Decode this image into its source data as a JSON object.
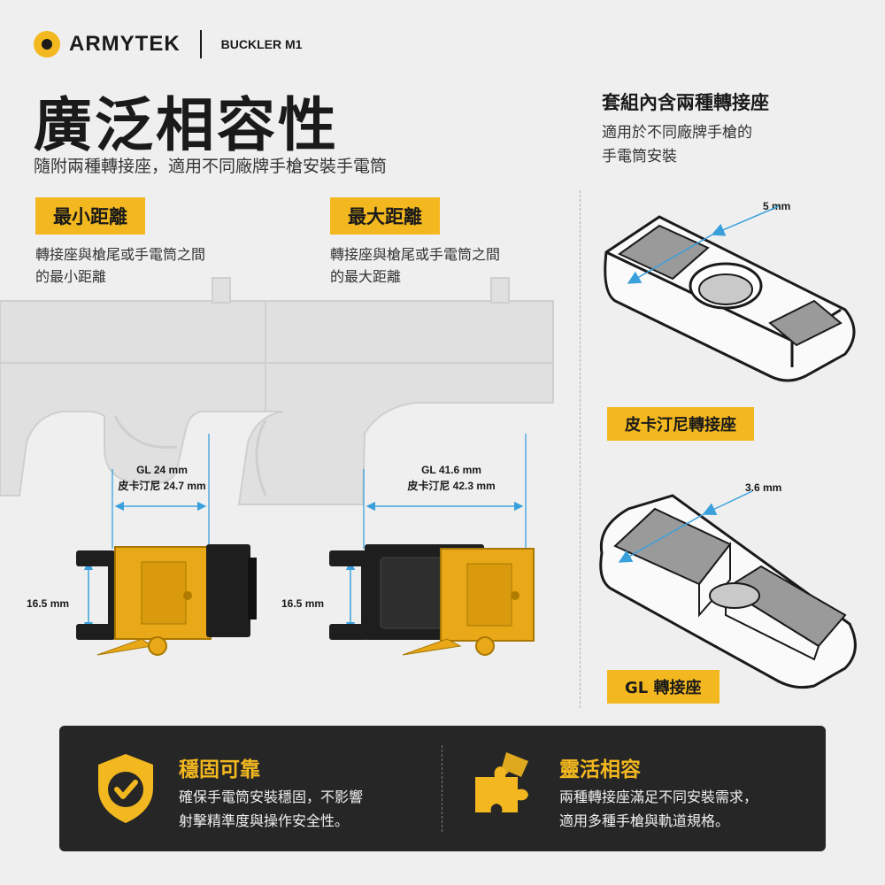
{
  "brand": {
    "name": "ARMYTEK",
    "model": "BUCKLER M1"
  },
  "headline": "廣泛相容性",
  "subtitle": "隨附兩種轉接座，適用不同廠牌手槍安裝手電筒",
  "min_distance": {
    "label": "最小距離",
    "desc_line1": "轉接座與槍尾或手電筒之間",
    "desc_line2": "的最小距離",
    "gl": "GL 24 mm",
    "picatinny": "皮卡汀尼 24.7 mm",
    "height": "16.5 mm"
  },
  "max_distance": {
    "label": "最大距離",
    "desc_line1": "轉接座與槍尾或手電筒之間",
    "desc_line2": "的最大距離",
    "gl": "GL 41.6 mm",
    "picatinny": "皮卡汀尼 42.3 mm",
    "height": "16.5 mm"
  },
  "kit": {
    "title": "套組內含兩種轉接座",
    "line1": "適用於不同廠牌手槍的",
    "line2": "手電筒安裝"
  },
  "adapters": [
    {
      "label": "皮卡汀尼轉接座",
      "dimension": "5 mm"
    },
    {
      "label": "GL 轉接座",
      "dimension": "3.6 mm"
    }
  ],
  "features": [
    {
      "title": "穩固可靠",
      "line1": "確保手電筒安裝穩固，不影響",
      "line2": "射擊精準度與操作安全性。",
      "icon": "shield-check-icon"
    },
    {
      "title": "靈活相容",
      "line1": "兩種轉接座滿足不同安裝需求，",
      "line2": "適用多種手槍與軌道規格。",
      "icon": "puzzle-icon"
    }
  ],
  "colors": {
    "accent": "#f3b81f",
    "dark": "#262626",
    "dimension": "#3aa0dc",
    "background": "#efefef"
  }
}
